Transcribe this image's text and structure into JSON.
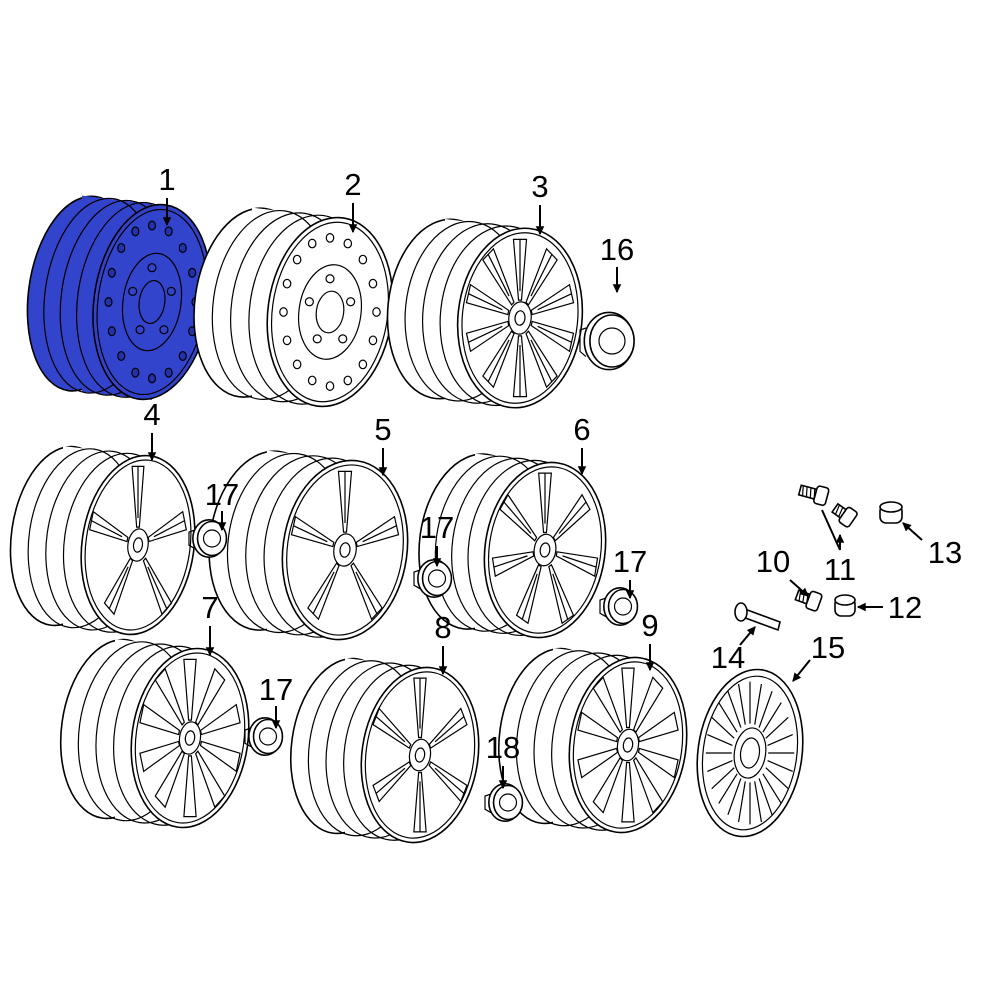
{
  "highlight_color": "#3344cc",
  "callouts": [
    "1",
    "2",
    "3",
    "4",
    "5",
    "6",
    "7",
    "8",
    "9",
    "10",
    "11",
    "12",
    "13",
    "14",
    "15",
    "16",
    "17",
    "17",
    "17",
    "17",
    "18"
  ],
  "parts": [
    {
      "id": "1",
      "type": "steel-wheel",
      "highlighted": true
    },
    {
      "id": "2",
      "type": "steel-wheel"
    },
    {
      "id": "3",
      "type": "alloy-wheel"
    },
    {
      "id": "4",
      "type": "alloy-wheel"
    },
    {
      "id": "5",
      "type": "alloy-wheel"
    },
    {
      "id": "6",
      "type": "alloy-wheel"
    },
    {
      "id": "7",
      "type": "alloy-wheel"
    },
    {
      "id": "8",
      "type": "alloy-wheel"
    },
    {
      "id": "9",
      "type": "alloy-wheel"
    },
    {
      "id": "10",
      "type": "lug-bolt"
    },
    {
      "id": "11",
      "type": "lug-bolt"
    },
    {
      "id": "12",
      "type": "lug-nut-cap"
    },
    {
      "id": "13",
      "type": "lug-nut-cap"
    },
    {
      "id": "14",
      "type": "valve-stem"
    },
    {
      "id": "15",
      "type": "wheel-cover"
    },
    {
      "id": "16",
      "type": "center-cap"
    },
    {
      "id": "17",
      "type": "center-cap"
    },
    {
      "id": "18",
      "type": "center-cap"
    }
  ]
}
